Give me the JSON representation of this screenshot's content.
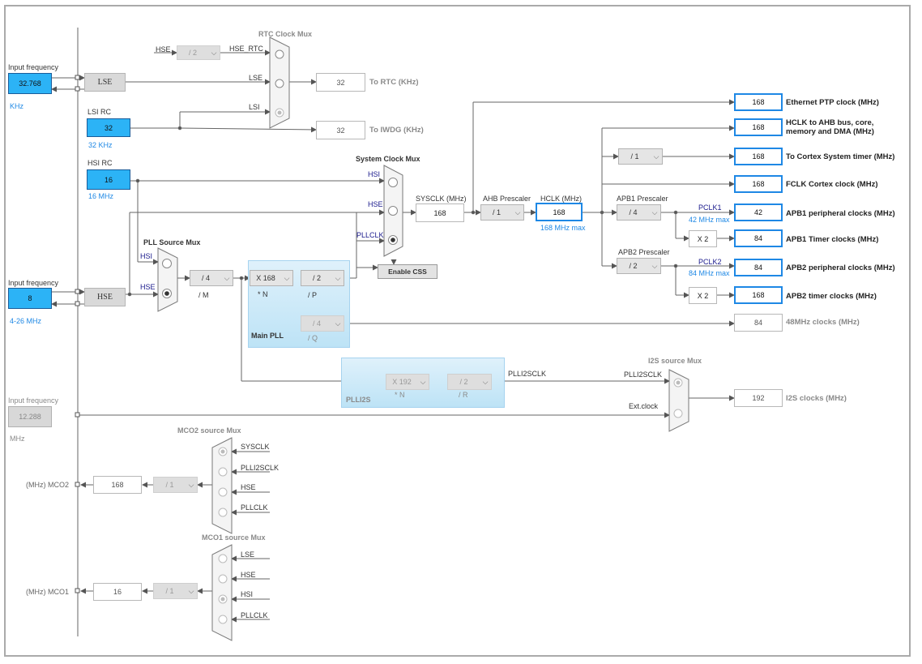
{
  "lse_input": {
    "title": "Input frequency",
    "value": "32.768",
    "unit": "KHz"
  },
  "lse_osc": "LSE",
  "lsi": {
    "title": "LSI RC",
    "value": "32",
    "unit": "32 KHz"
  },
  "hsi": {
    "title": "HSI RC",
    "value": "16",
    "unit": "16 MHz"
  },
  "hse_input": {
    "title": "Input frequency",
    "value": "8",
    "unit": "4-26 MHz"
  },
  "hse_osc": "HSE",
  "i2s_ext_input": {
    "title": "Input frequency",
    "value": "12.288",
    "unit": "MHz"
  },
  "rtc_mux": {
    "title": "RTC Clock Mux",
    "hse_div": "/ 2",
    "hse_rtc": "HSE_RTC",
    "hse_label": "HSE",
    "lse_label": "LSE",
    "lsi_label": "LSI"
  },
  "rtc_out": {
    "value": "32",
    "label": "To RTC (KHz)"
  },
  "iwdg_out": {
    "value": "32",
    "label": "To IWDG (KHz)"
  },
  "sysclk_mux": {
    "title": "System Clock Mux",
    "hsi": "HSI",
    "hse": "HSE",
    "pllclk": "PLLCLK",
    "enable_css": "Enable CSS"
  },
  "sysclk": {
    "label": "SYSCLK (MHz)",
    "value": "168"
  },
  "ahb": {
    "label": "AHB Prescaler",
    "value": "/ 1"
  },
  "hclk": {
    "label": "HCLK (MHz)",
    "value": "168",
    "max": "168 MHz max"
  },
  "apb1": {
    "label": "APB1 Prescaler",
    "value": "/ 4",
    "pclk": "PCLK1",
    "max": "42 MHz max",
    "timer_mult": "X 2"
  },
  "apb2": {
    "label": "APB2 Prescaler",
    "value": "/ 2",
    "pclk": "PCLK2",
    "max": "84 MHz max",
    "timer_mult": "X 2"
  },
  "cortex_div": "/ 1",
  "pll_source_mux": {
    "title": "PLL Source Mux",
    "hsi": "HSI",
    "hse": "HSE"
  },
  "main_pll": {
    "title": "Main PLL",
    "m": "/ 4",
    "m_label": "/ M",
    "n": "X 168",
    "n_label": "* N",
    "p": "/ 2",
    "p_label": "/ P",
    "q": "/ 4",
    "q_label": "/ Q"
  },
  "plli2s": {
    "title": "PLLI2S",
    "n": "X 192",
    "n_label": "* N",
    "r": "/ 2",
    "r_label": "/ R",
    "out": "PLLI2SCLK"
  },
  "i2s_mux": {
    "title": "I2S source Mux",
    "plli2sclk": "PLLI2SCLK",
    "ext": "Ext.clock"
  },
  "outputs": [
    {
      "value": "168",
      "label": "Ethernet PTP clock (MHz)"
    },
    {
      "value": "168",
      "label": "HCLK to AHB bus, core,",
      "label2": "memory and DMA (MHz)"
    },
    {
      "value": "168",
      "label": "To Cortex System timer (MHz)"
    },
    {
      "value": "168",
      "label": "FCLK Cortex clock (MHz)"
    },
    {
      "value": "42",
      "label": "APB1 peripheral clocks (MHz)"
    },
    {
      "value": "84",
      "label": "APB1 Timer clocks (MHz)"
    },
    {
      "value": "84",
      "label": "APB2 peripheral clocks (MHz)"
    },
    {
      "value": "168",
      "label": "APB2 timer clocks (MHz)"
    },
    {
      "value": "84",
      "label": "48MHz clocks (MHz)"
    },
    {
      "value": "192",
      "label": "I2S clocks (MHz)"
    }
  ],
  "mco2": {
    "mux_title": "MCO2 source Mux",
    "inputs": [
      "SYSCLK",
      "PLLI2SCLK",
      "HSE",
      "PLLCLK"
    ],
    "div": "/ 1",
    "value": "168",
    "label": "(MHz) MCO2"
  },
  "mco1": {
    "mux_title": "MCO1 source Mux",
    "inputs": [
      "LSE",
      "HSE",
      "HSI",
      "PLLCLK"
    ],
    "div": "/ 1",
    "value": "16",
    "label": "(MHz) MCO1"
  }
}
